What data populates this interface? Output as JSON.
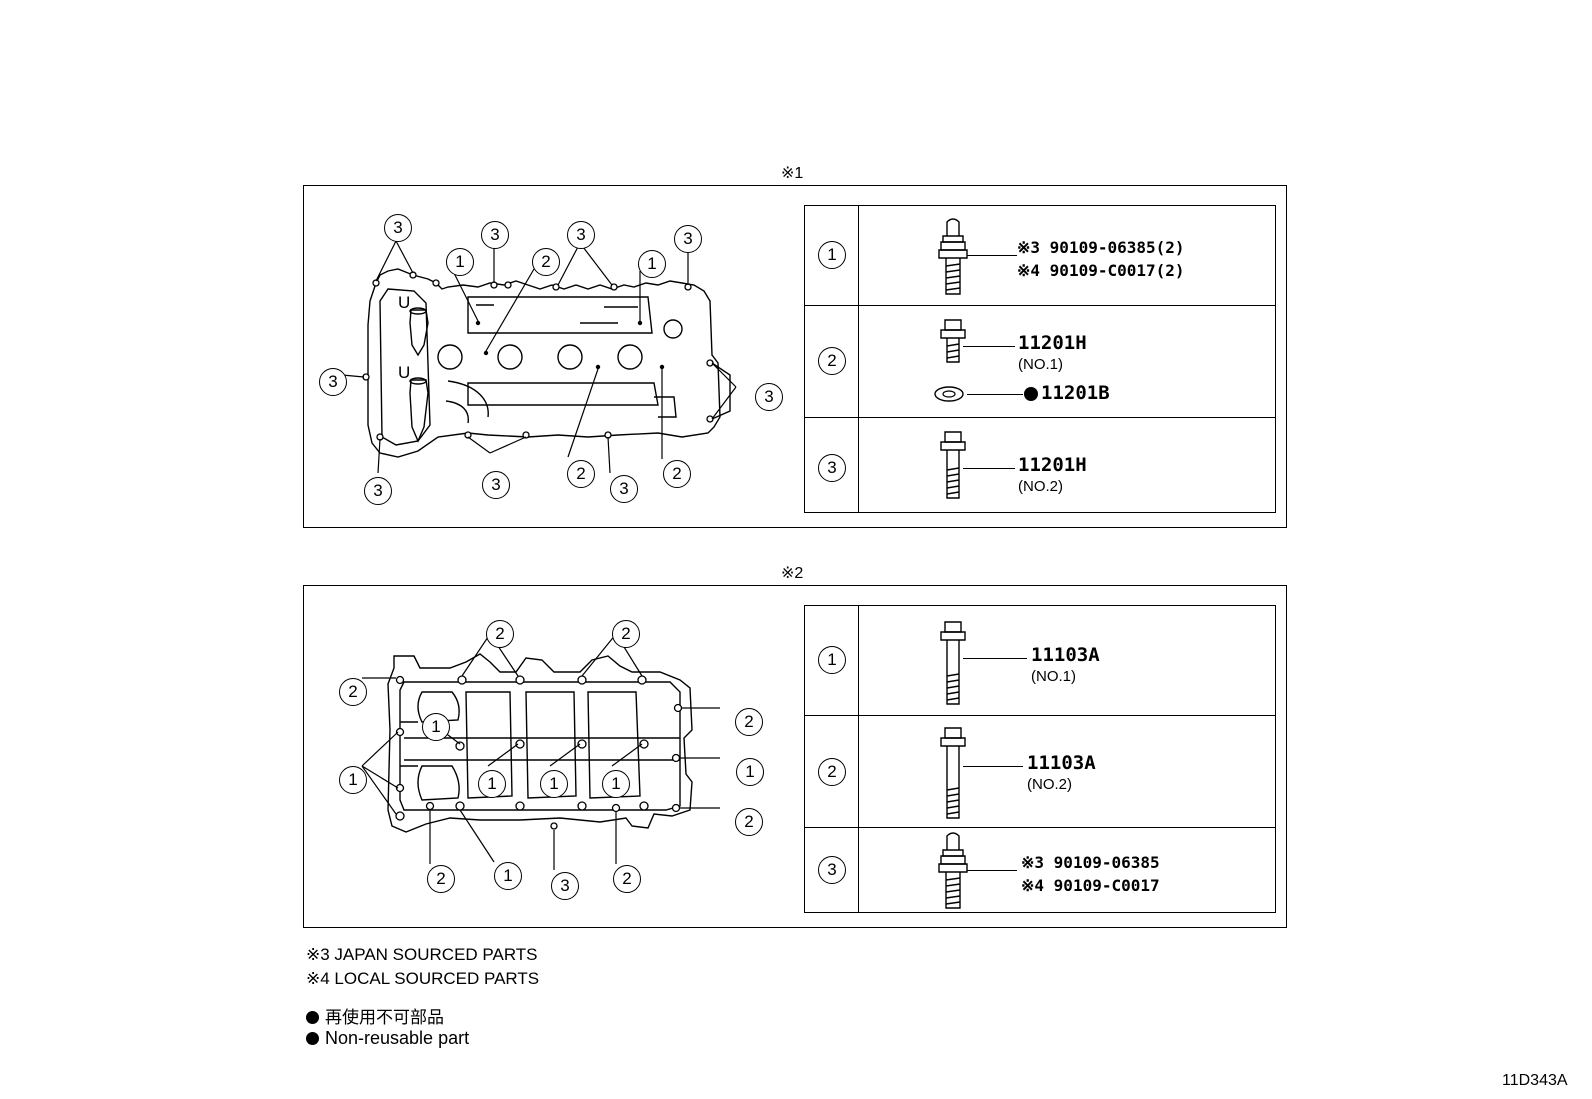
{
  "panel1": {
    "title": "※1",
    "callouts": [
      "3",
      "3",
      "3",
      "1",
      "2",
      "1",
      "3",
      "3",
      "3",
      "3",
      "2",
      "3",
      "2",
      "3"
    ],
    "u_label_a": "U",
    "u_label_b": "U",
    "rows": [
      {
        "num": "1",
        "line1": "※3 90109-06385(2)",
        "line2": "※4 90109-C0017(2)"
      },
      {
        "num": "2",
        "part": "11201H",
        "sub": "(NO.1)",
        "washer_part": "11201B"
      },
      {
        "num": "3",
        "part": "11201H",
        "sub": "(NO.2)"
      }
    ]
  },
  "panel2": {
    "title": "※2",
    "callouts": [
      "2",
      "2",
      "2",
      "2",
      "1",
      "1",
      "1",
      "1",
      "1",
      "1",
      "2",
      "2",
      "1",
      "3",
      "2"
    ],
    "rows": [
      {
        "num": "1",
        "part": "11103A",
        "sub": "(NO.1)"
      },
      {
        "num": "2",
        "part": "11103A",
        "sub": "(NO.2)"
      },
      {
        "num": "3",
        "line1": "※3 90109-06385",
        "line2": "※4 90109-C0017"
      }
    ]
  },
  "legend": {
    "note3": "※3 JAPAN SOURCED PARTS",
    "note4": "※4 LOCAL SOURCED PARTS",
    "nonreuse_jp": "再使用不可部品",
    "nonreuse_en": "Non-reusable part"
  },
  "figure_id": "11D343A"
}
